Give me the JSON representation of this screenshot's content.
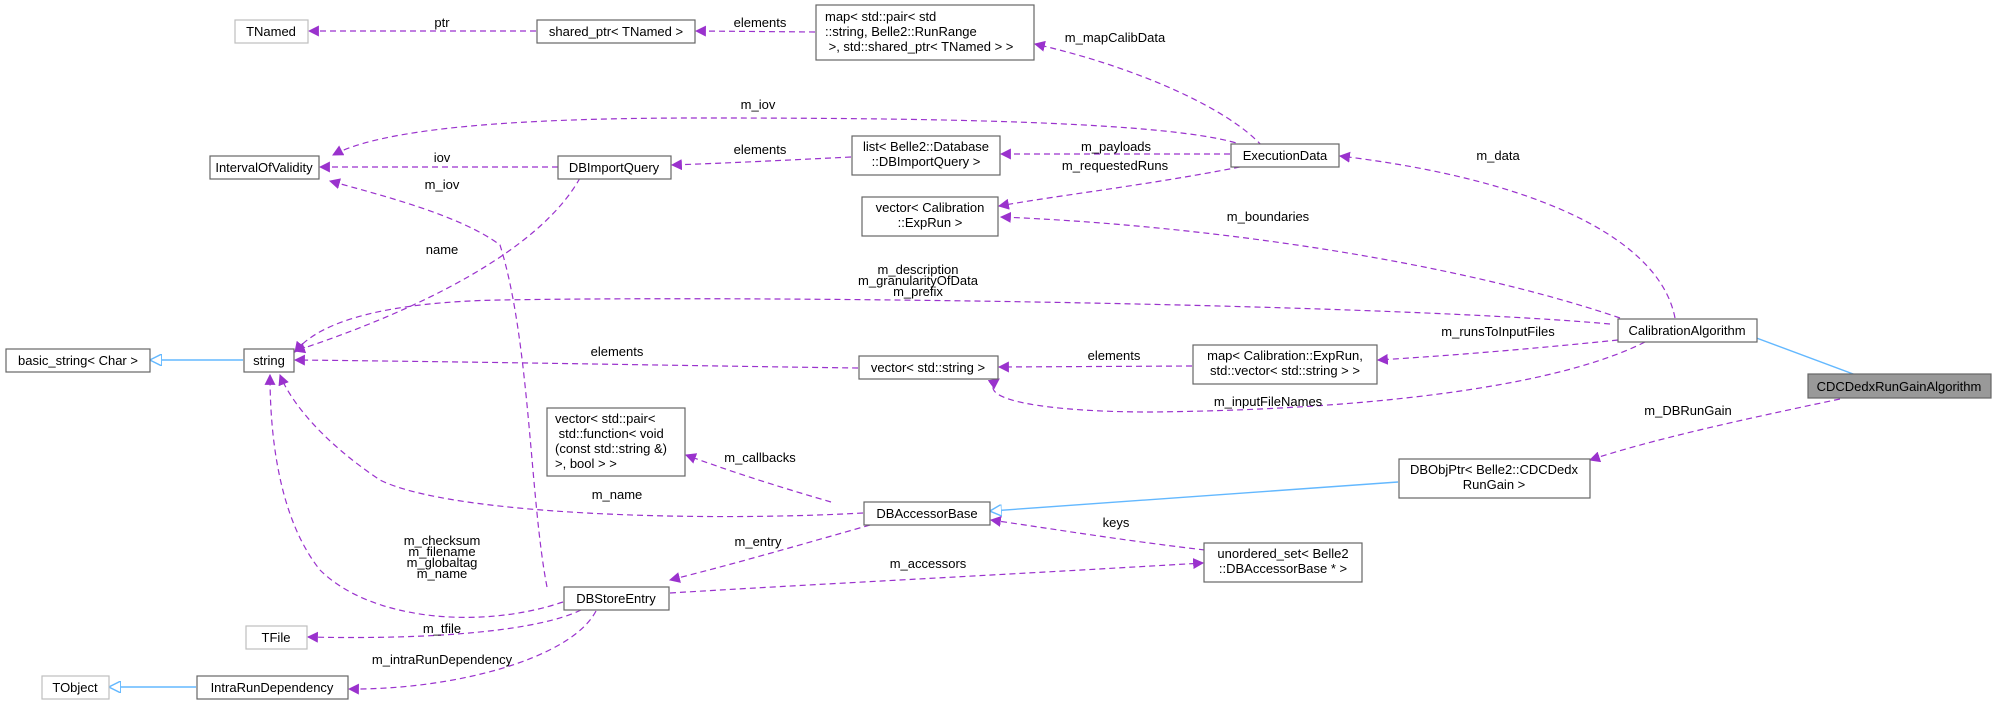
{
  "colors": {
    "association_edge": "#9a32cd",
    "inheritance_edge": "#63b8ff",
    "focus_node_fill": "#999999",
    "node_border": "#666666",
    "external_node_border": "#bfbfbf"
  },
  "nodes": {
    "tnamed": [
      "TNamed"
    ],
    "shared_ptr": [
      "shared_ptr< TNamed >"
    ],
    "map_runrange": [
      "map< std::pair< std",
      "::string, Belle2::RunRange",
      " >, std::shared_ptr< TNamed > >"
    ],
    "interval_of_validity": [
      "IntervalOfValidity"
    ],
    "dbimportquery": [
      "DBImportQuery"
    ],
    "list_dbimportquery": [
      "list< Belle2::Database",
      "::DBImportQuery >"
    ],
    "executiondata": [
      "ExecutionData"
    ],
    "vector_exprun": [
      "vector< Calibration",
      "::ExpRun >"
    ],
    "basic_string": [
      "basic_string< Char >"
    ],
    "string": [
      "string"
    ],
    "vector_string": [
      "vector< std::string >"
    ],
    "map_exprun_vector": [
      "map< Calibration::ExpRun,",
      "std::vector< std::string > >"
    ],
    "calibrationalgorithm": [
      "CalibrationAlgorithm"
    ],
    "cdcdedxrungainalgorithm": [
      "CDCDedxRunGainAlgorithm"
    ],
    "vector_pair_function": [
      "vector< std::pair<",
      " std::function< void",
      "(const std::string &)",
      ">, bool > >"
    ],
    "dbobjptr": [
      "DBObjPtr< Belle2::CDCDedx",
      "RunGain >"
    ],
    "dbaccessorbase": [
      "DBAccessorBase"
    ],
    "unordered_set": [
      "unordered_set< Belle2",
      "::DBAccessorBase * >"
    ],
    "dbstoreentry": [
      "DBStoreEntry"
    ],
    "tfile": [
      "TFile"
    ],
    "tobject": [
      "TObject"
    ],
    "intrarundependency": [
      "IntraRunDependency"
    ]
  },
  "edge_labels": {
    "ptr": [
      "ptr"
    ],
    "elements_shared": [
      "elements"
    ],
    "m_mapCalibData": [
      "m_mapCalibData"
    ],
    "m_iov_exec": [
      "m_iov"
    ],
    "iov": [
      "iov"
    ],
    "elements_list": [
      "elements"
    ],
    "m_payloads": [
      "m_payloads"
    ],
    "m_requestedRuns": [
      "m_requestedRuns"
    ],
    "m_data": [
      "m_data"
    ],
    "m_boundaries": [
      "m_boundaries"
    ],
    "m_iov_dbstore": [
      "m_iov"
    ],
    "name": [
      "name"
    ],
    "m_desc_group": [
      "m_description",
      "m_granularityOfData",
      "m_prefix"
    ],
    "elements_vecstr": [
      "elements"
    ],
    "elements_map": [
      "elements"
    ],
    "m_runsToInputFiles": [
      "m_runsToInputFiles"
    ],
    "m_inputFileNames": [
      "m_inputFileNames"
    ],
    "m_DBRunGain": [
      "m_DBRunGain"
    ],
    "m_callbacks": [
      "m_callbacks"
    ],
    "m_name": [
      "m_name"
    ],
    "keys": [
      "keys"
    ],
    "m_entry": [
      "m_entry"
    ],
    "m_accessors": [
      "m_accessors"
    ],
    "m_checksum_group": [
      "m_checksum",
      "m_filename",
      "m_globaltag",
      "m_name"
    ],
    "m_tfile": [
      "m_tfile"
    ],
    "m_intraRunDependency": [
      "m_intraRunDependency"
    ]
  }
}
